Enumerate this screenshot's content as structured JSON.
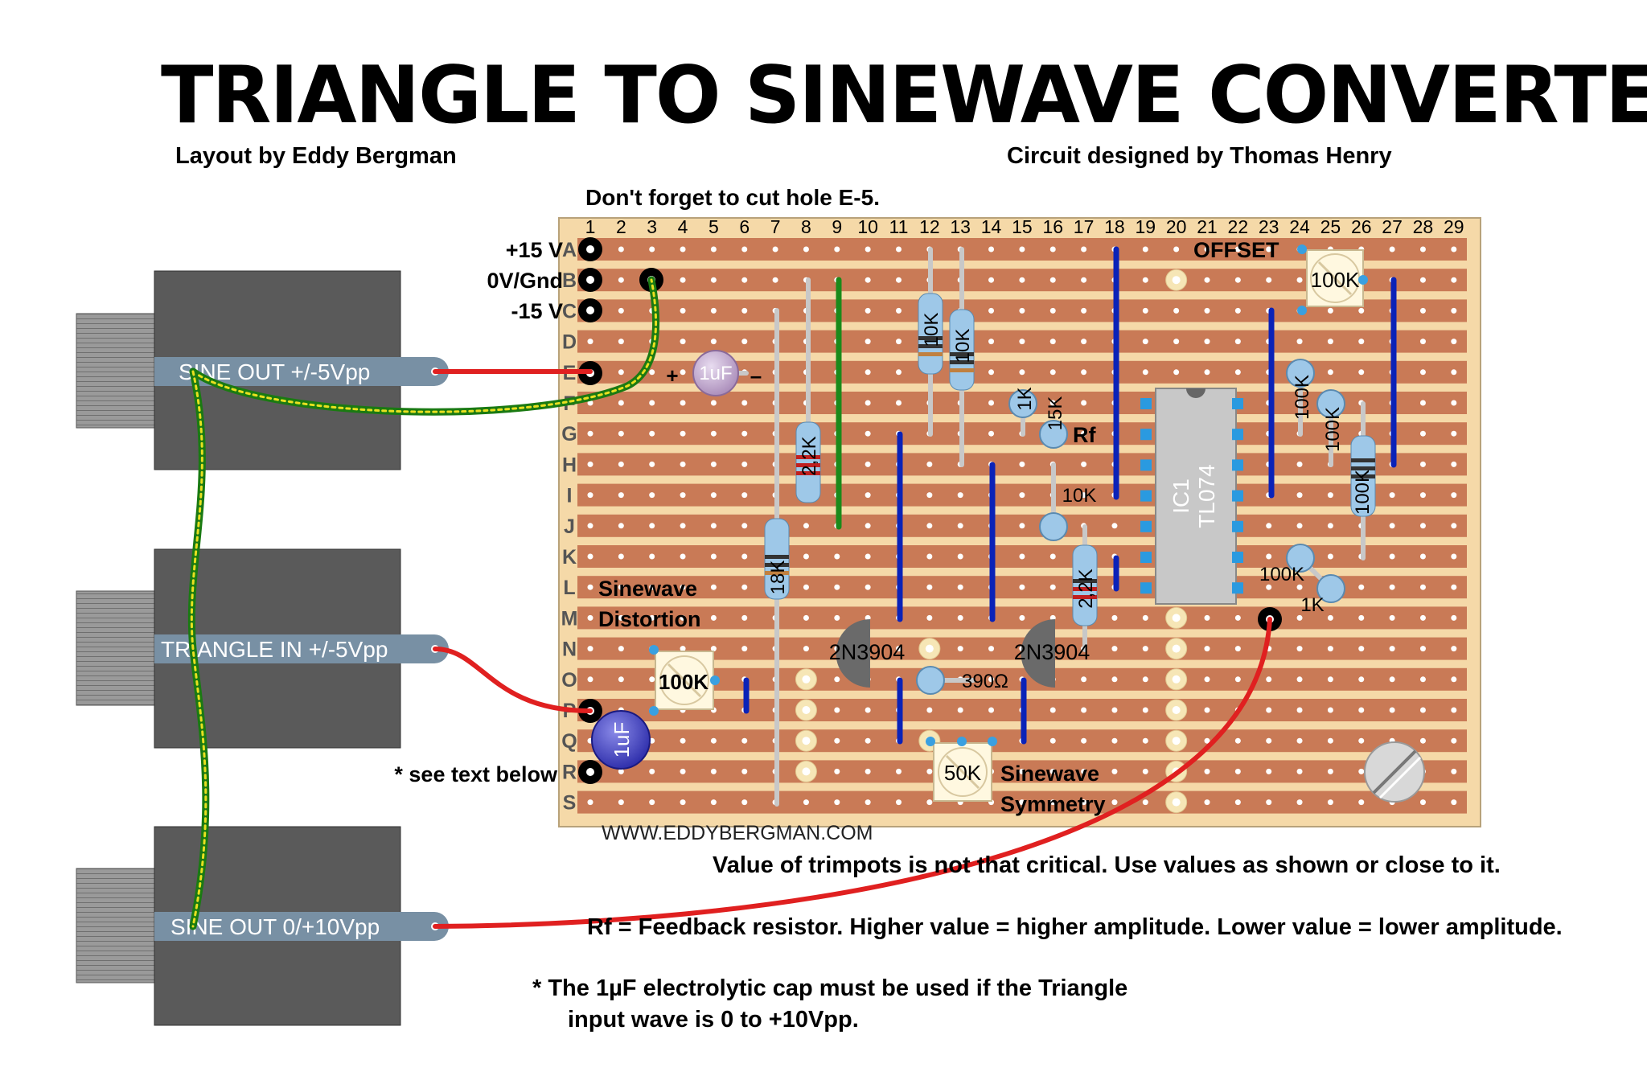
{
  "title": "TRIANGLE TO SINEWAVE CONVERTER",
  "layout_credit": "Layout by Eddy Bergman",
  "circuit_credit": "Circuit designed by Thomas Henry",
  "cut_note": "Don't forget to cut hole E-5.",
  "columns": [
    "1",
    "2",
    "3",
    "4",
    "5",
    "6",
    "7",
    "8",
    "9",
    "10",
    "11",
    "12",
    "13",
    "14",
    "15",
    "16",
    "17",
    "18",
    "19",
    "20",
    "21",
    "22",
    "23",
    "24",
    "25",
    "26",
    "27",
    "28",
    "29"
  ],
  "rows": [
    "A",
    "B",
    "C",
    "D",
    "E",
    "F",
    "G",
    "H",
    "I",
    "J",
    "K",
    "L",
    "M",
    "N",
    "O",
    "P",
    "Q",
    "R",
    "S"
  ],
  "power_labels": {
    "plus": "+15 V",
    "gnd": "0V/Gnd",
    "minus": "-15 V"
  },
  "jacks": {
    "sine_out_pm5": "SINE OUT +/-5Vpp",
    "triangle_in": "TRIANGLE IN +/-5Vpp",
    "sine_out_0_10": "SINE OUT 0/+10Vpp"
  },
  "board_labels": {
    "offset": "OFFSET",
    "rf": "Rf",
    "sinewave_distortion_1": "Sinewave",
    "sinewave_distortion_2": "Distortion",
    "sinewave_symmetry_1": "Sinewave",
    "sinewave_symmetry_2": "Symmetry",
    "website": "WWW.EDDYBERGMAN.COM",
    "see_text": "* see text below",
    "ic_name": "IC1",
    "ic_part": "TL074",
    "cap_plus": "+",
    "cap_minus": "–"
  },
  "components": {
    "r_10k_a": "10K",
    "r_10k_b": "10K",
    "r_1k_a": "1K",
    "r_15k": "15K",
    "r_10k_c": "10K",
    "r_2k2_a": "2,2K",
    "r_18k": "18K",
    "r_2k2_b": "2,2K",
    "r_100k_a": "100K",
    "r_100k_b": "100K",
    "r_100k_c": "100K",
    "r_100k_d": "100K",
    "r_1k_b": "1K",
    "r_390": "390Ω",
    "cap_1uf_film": "1uF",
    "cap_1uf_elco": "1uF",
    "q1": "2N3904",
    "q2": "2N3904",
    "trim_100k_offset": "100K",
    "trim_100k_dist": "100K",
    "trim_50k": "50K"
  },
  "notes": {
    "trimpots": "Value of trimpots is not that critical. Use values as shown or close to it.",
    "rf": "Rf = Feedback resistor. Higher value = higher amplitude. Lower value = lower amplitude.",
    "cap_line1": "* The 1µF electrolytic cap must be used if the Triangle",
    "cap_line2": "input wave is 0 to +10Vpp."
  },
  "colors": {
    "strip": "#c97a56",
    "board": "#f5d9a8",
    "wire_blue": "#0a22b8",
    "wire_green": "#1a8a1a",
    "wire_red": "#e02020",
    "ground_wire": "#2e8b1e",
    "jack_body": "#5a5a5a"
  }
}
